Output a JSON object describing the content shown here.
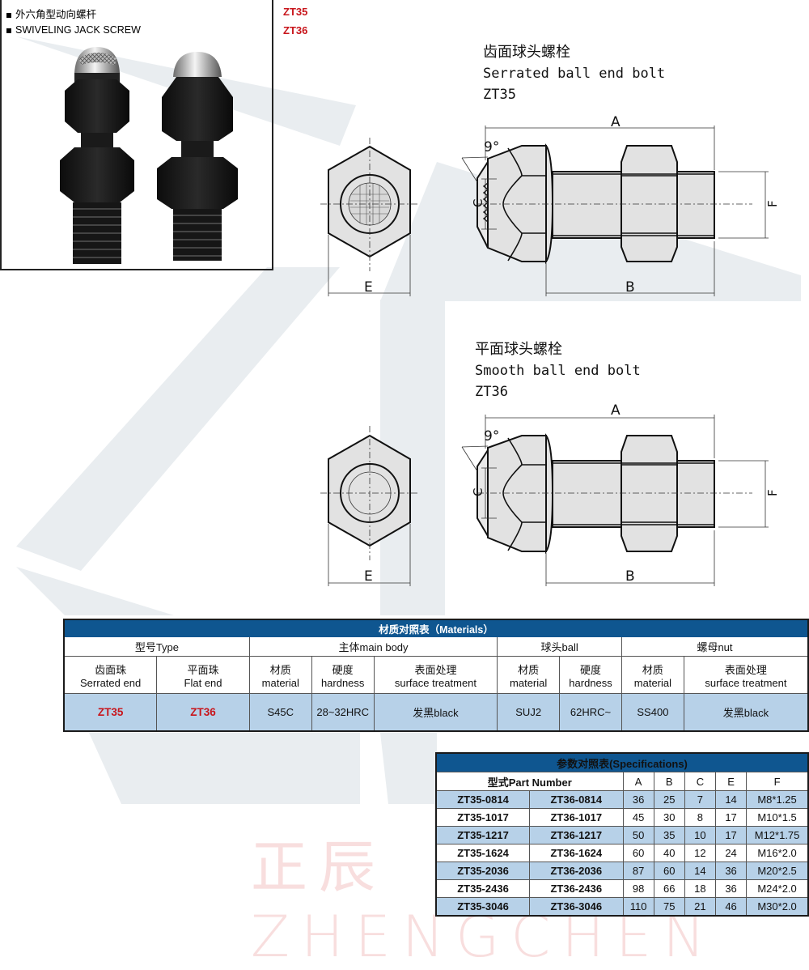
{
  "header": {
    "title_cn": "外六角型动向螺杆",
    "title_en": "SWIVELING JACK SCREW",
    "codes": [
      "ZT35",
      "ZT36"
    ]
  },
  "drawings": [
    {
      "name_cn": "齿面球头螺栓",
      "name_en": "Serrated ball end bolt",
      "code": "ZT35",
      "angle_label": "9°",
      "dim_labels": {
        "A": "A",
        "B": "B",
        "C": "C",
        "E": "E",
        "F": "F"
      }
    },
    {
      "name_cn": "平面球头螺栓",
      "name_en": "Smooth ball end bolt",
      "code": "ZT36",
      "angle_label": "9°",
      "dim_labels": {
        "A": "A",
        "B": "B",
        "C": "C",
        "E": "E",
        "F": "F"
      }
    }
  ],
  "materials": {
    "title": "材质对照表（Materials）",
    "groups": [
      "型号Type",
      "主体main body",
      "球头ball",
      "螺母nut"
    ],
    "subheaders": [
      {
        "cn": "齿面珠",
        "en": "Serrated end"
      },
      {
        "cn": "平面珠",
        "en": "Flat end"
      },
      {
        "cn": "材质",
        "en": "material"
      },
      {
        "cn": "硬度",
        "en": "hardness"
      },
      {
        "cn": "表面处理",
        "en": "surface treatment"
      },
      {
        "cn": "材质",
        "en": "material"
      },
      {
        "cn": "硬度",
        "en": "hardness"
      },
      {
        "cn": "材质",
        "en": "material"
      },
      {
        "cn": "表面处理",
        "en": "surface treatment"
      }
    ],
    "row": [
      "ZT35",
      "ZT36",
      "S45C",
      "28~32HRC",
      "发黑black",
      "SUJ2",
      "62HRC~",
      "SS400",
      "发黑black"
    ]
  },
  "specifications": {
    "title": "参数对照表(Specifications)",
    "part_number_header": "型式Part Number",
    "columns": [
      "A",
      "B",
      "C",
      "E",
      "F"
    ],
    "rows": [
      {
        "zt35": "ZT35-0814",
        "zt36": "ZT36-0814",
        "A": "36",
        "B": "25",
        "C": "7",
        "E": "14",
        "F": "M8*1.25"
      },
      {
        "zt35": "ZT35-1017",
        "zt36": "ZT36-1017",
        "A": "45",
        "B": "30",
        "C": "8",
        "E": "17",
        "F": "M10*1.5"
      },
      {
        "zt35": "ZT35-1217",
        "zt36": "ZT36-1217",
        "A": "50",
        "B": "35",
        "C": "10",
        "E": "17",
        "F": "M12*1.75"
      },
      {
        "zt35": "ZT35-1624",
        "zt36": "ZT36-1624",
        "A": "60",
        "B": "40",
        "C": "12",
        "E": "24",
        "F": "M16*2.0"
      },
      {
        "zt35": "ZT35-2036",
        "zt36": "ZT36-2036",
        "A": "87",
        "B": "60",
        "C": "14",
        "E": "36",
        "F": "M20*2.5"
      },
      {
        "zt35": "ZT35-2436",
        "zt36": "ZT36-2436",
        "A": "98",
        "B": "66",
        "C": "18",
        "E": "36",
        "F": "M24*2.0"
      },
      {
        "zt35": "ZT35-3046",
        "zt36": "ZT36-3046",
        "A": "110",
        "B": "75",
        "C": "21",
        "E": "46",
        "F": "M30*2.0"
      }
    ]
  },
  "watermark": "正辰 ZHENGCHEN",
  "colors": {
    "accent_red": "#c8151b",
    "header_blue": "#0f5690",
    "row_blue": "#b7d1e8"
  }
}
